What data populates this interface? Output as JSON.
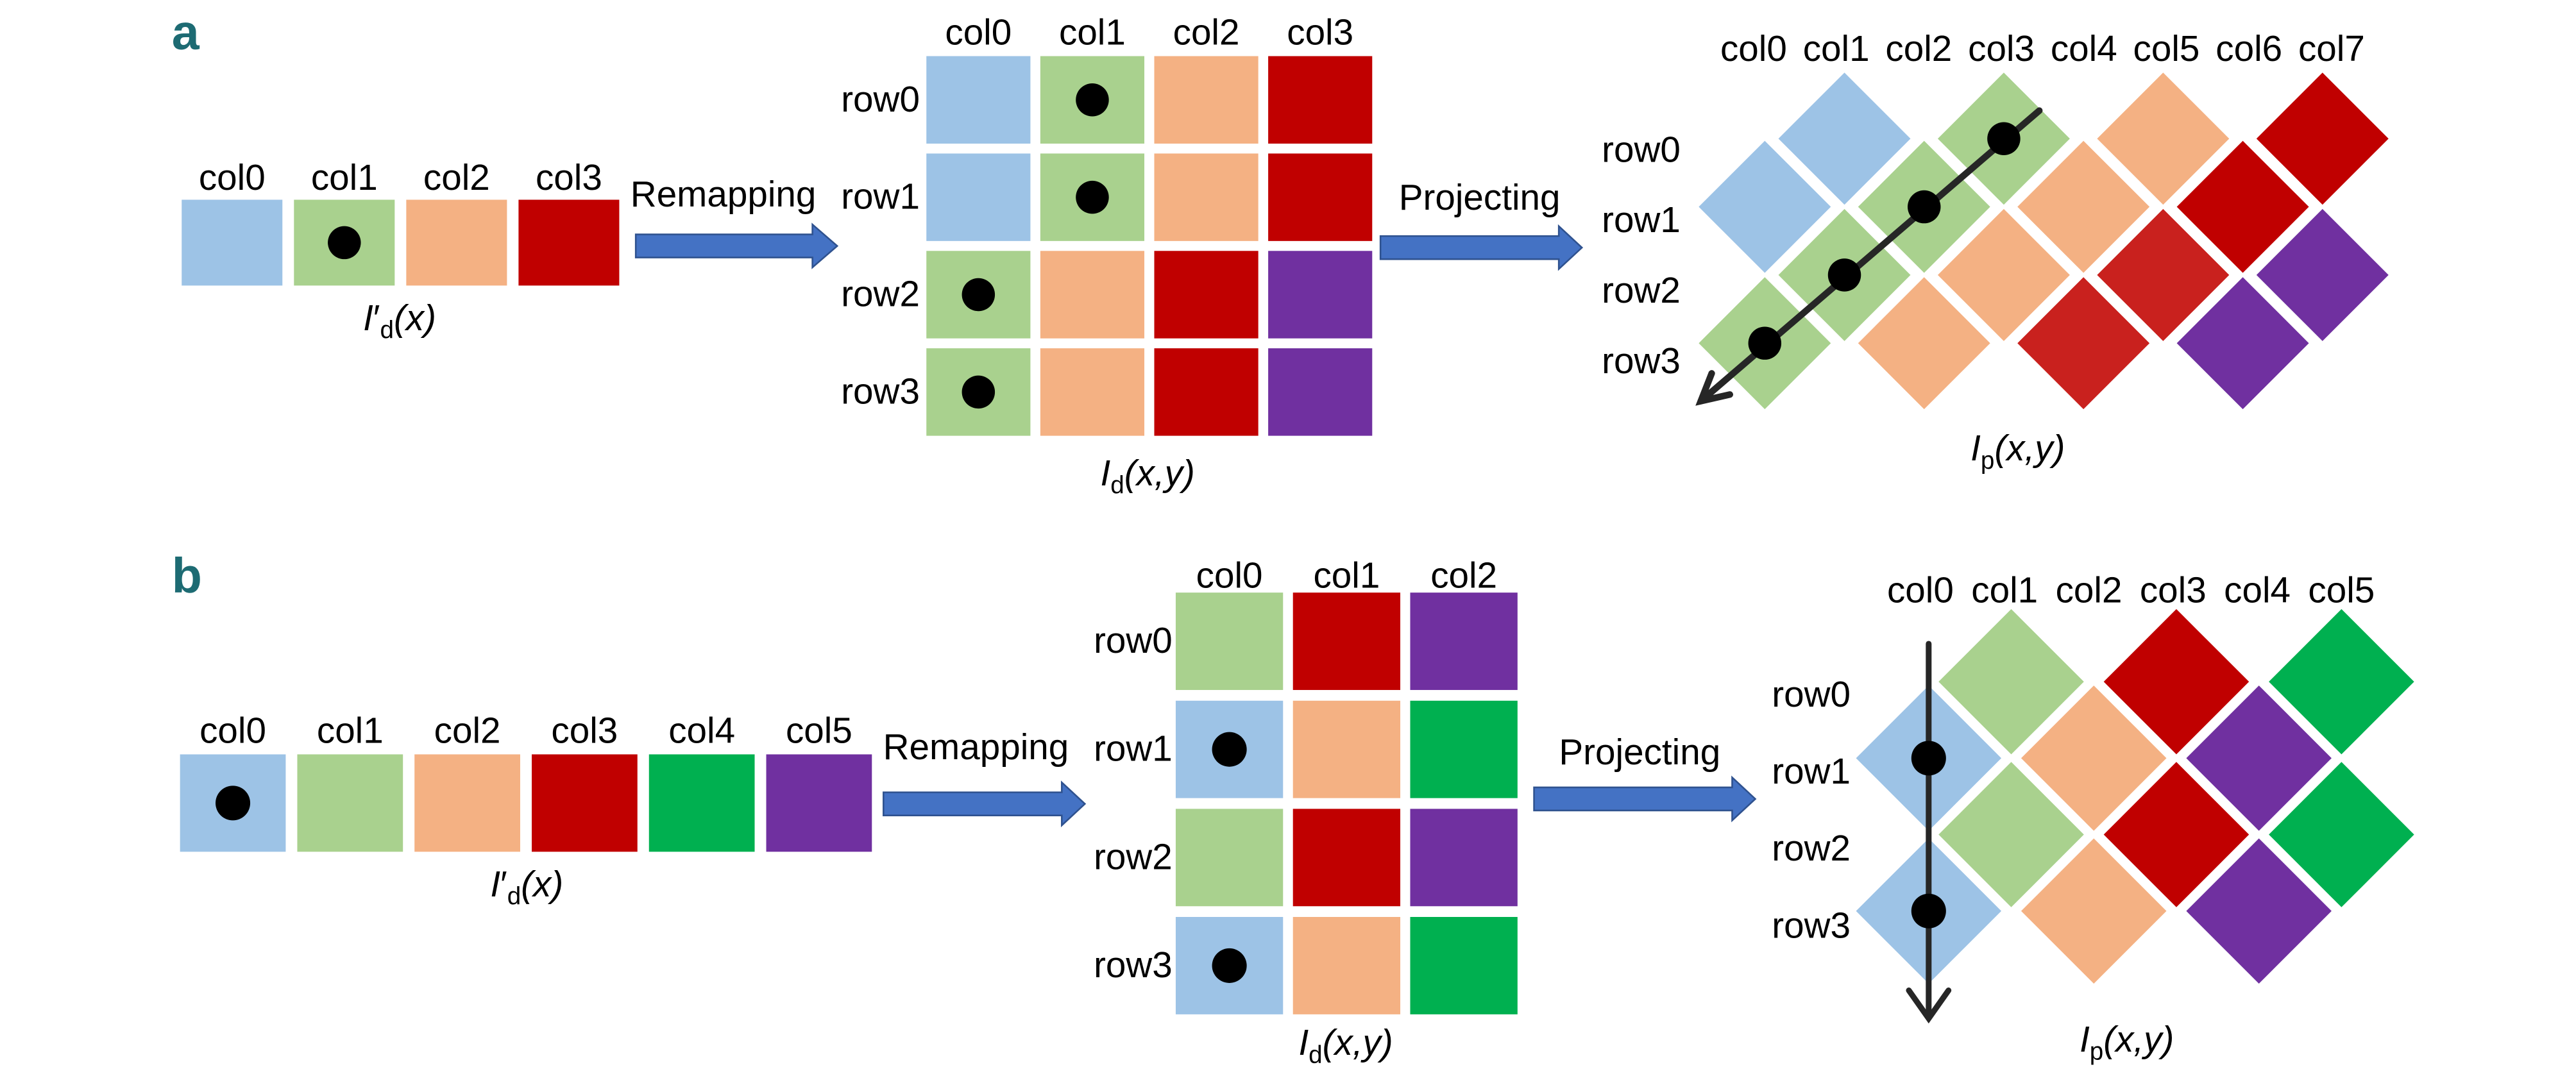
{
  "colors": {
    "dot": "#000000",
    "arrow_fill": "#4472C4",
    "arrow_stroke": "#2F528F",
    "projection_arrow": "#262626",
    "panel_label": "#1D6B73"
  },
  "panel_a": {
    "label": "a",
    "strip": {
      "columns": [
        "col0",
        "col1",
        "col2",
        "col3"
      ],
      "cells": [
        "#9DC3E6",
        "#A9D18E",
        "#F4B183",
        "#C00000"
      ],
      "dots": [
        false,
        true,
        false,
        false
      ],
      "caption": {
        "symbol": "I",
        "prime": "′",
        "sub": "d",
        "args": "(x)"
      }
    },
    "remap_label": "Remapping",
    "grid": {
      "columns": [
        "col0",
        "col1",
        "col2",
        "col3"
      ],
      "rows": [
        "row0",
        "row1",
        "row2",
        "row3"
      ],
      "cells": [
        [
          "#9DC3E6",
          "#A9D18E",
          "#F4B183",
          "#C00000"
        ],
        [
          "#9DC3E6",
          "#A9D18E",
          "#F4B183",
          "#C00000"
        ],
        [
          "#A9D18E",
          "#F4B183",
          "#C00000",
          "#7030A0"
        ],
        [
          "#A9D18E",
          "#F4B183",
          "#C00000",
          "#7030A0"
        ]
      ],
      "dots": [
        [
          false,
          true,
          false,
          false
        ],
        [
          false,
          true,
          false,
          false
        ],
        [
          true,
          false,
          false,
          false
        ],
        [
          true,
          false,
          false,
          false
        ]
      ],
      "caption": {
        "symbol": "I",
        "sub": "d",
        "args": "(x,y)"
      }
    },
    "project_label": "Projecting",
    "projection": {
      "columns": [
        "col0",
        "col1",
        "col2",
        "col3",
        "col4",
        "col5",
        "col6",
        "col7"
      ],
      "rows": [
        "row0",
        "row1",
        "row2",
        "row3"
      ],
      "cells": [
        [
          "#9DC3E6",
          "#A9D18E",
          "#F4B183",
          "#C00000"
        ],
        [
          "#9DC3E6",
          "#A9D18E",
          "#F4B183",
          "#C00000"
        ],
        [
          "#A9D18E",
          "#F4B183",
          "#C9211E",
          "#7030A0"
        ],
        [
          "#A9D18E",
          "#F4B183",
          "#C9211E",
          "#7030A0"
        ]
      ],
      "dots": [
        [
          false,
          true,
          false,
          false
        ],
        [
          false,
          true,
          false,
          false
        ],
        [
          true,
          false,
          false,
          false
        ],
        [
          true,
          false,
          false,
          false
        ]
      ],
      "caption": {
        "symbol": "I",
        "sub": "p",
        "args": "(x,y)"
      }
    }
  },
  "panel_b": {
    "label": "b",
    "strip": {
      "columns": [
        "col0",
        "col1",
        "col2",
        "col3",
        "col4",
        "col5"
      ],
      "cells": [
        "#9DC3E6",
        "#A9D18E",
        "#F4B183",
        "#C00000",
        "#00B050",
        "#7030A0"
      ],
      "dots": [
        true,
        false,
        false,
        false,
        false,
        false
      ],
      "caption": {
        "symbol": "I",
        "prime": "′",
        "sub": "d",
        "args": "(x)"
      }
    },
    "remap_label": "Remapping",
    "grid": {
      "columns": [
        "col0",
        "col1",
        "col2"
      ],
      "rows": [
        "row0",
        "row1",
        "row2",
        "row3"
      ],
      "cells": [
        [
          "#A9D18E",
          "#C00000",
          "#7030A0"
        ],
        [
          "#9DC3E6",
          "#F4B183",
          "#00B050"
        ],
        [
          "#A9D18E",
          "#C00000",
          "#7030A0"
        ],
        [
          "#9DC3E6",
          "#F4B183",
          "#00B050"
        ]
      ],
      "dots": [
        [
          false,
          false,
          false
        ],
        [
          true,
          false,
          false
        ],
        [
          false,
          false,
          false
        ],
        [
          true,
          false,
          false
        ]
      ],
      "caption": {
        "symbol": "I",
        "sub": "d",
        "args": "(x,y)"
      }
    },
    "project_label": "Projecting",
    "projection": {
      "columns": [
        "col0",
        "col1",
        "col2",
        "col3",
        "col4",
        "col5"
      ],
      "rows": [
        "row0",
        "row1",
        "row2",
        "row3"
      ],
      "cells": [
        [
          "#A9D18E",
          "#C00000",
          "#00B050"
        ],
        [
          "#9DC3E6",
          "#F4B183",
          "#7030A0"
        ],
        [
          "#A9D18E",
          "#C00000",
          "#00B050"
        ],
        [
          "#9DC3E6",
          "#F4B183",
          "#7030A0"
        ]
      ],
      "dots": [
        [
          false,
          false,
          false
        ],
        [
          true,
          false,
          false
        ],
        [
          false,
          false,
          false
        ],
        [
          true,
          false,
          false
        ]
      ],
      "caption": {
        "symbol": "I",
        "sub": "p",
        "args": "(x,y)"
      }
    }
  }
}
